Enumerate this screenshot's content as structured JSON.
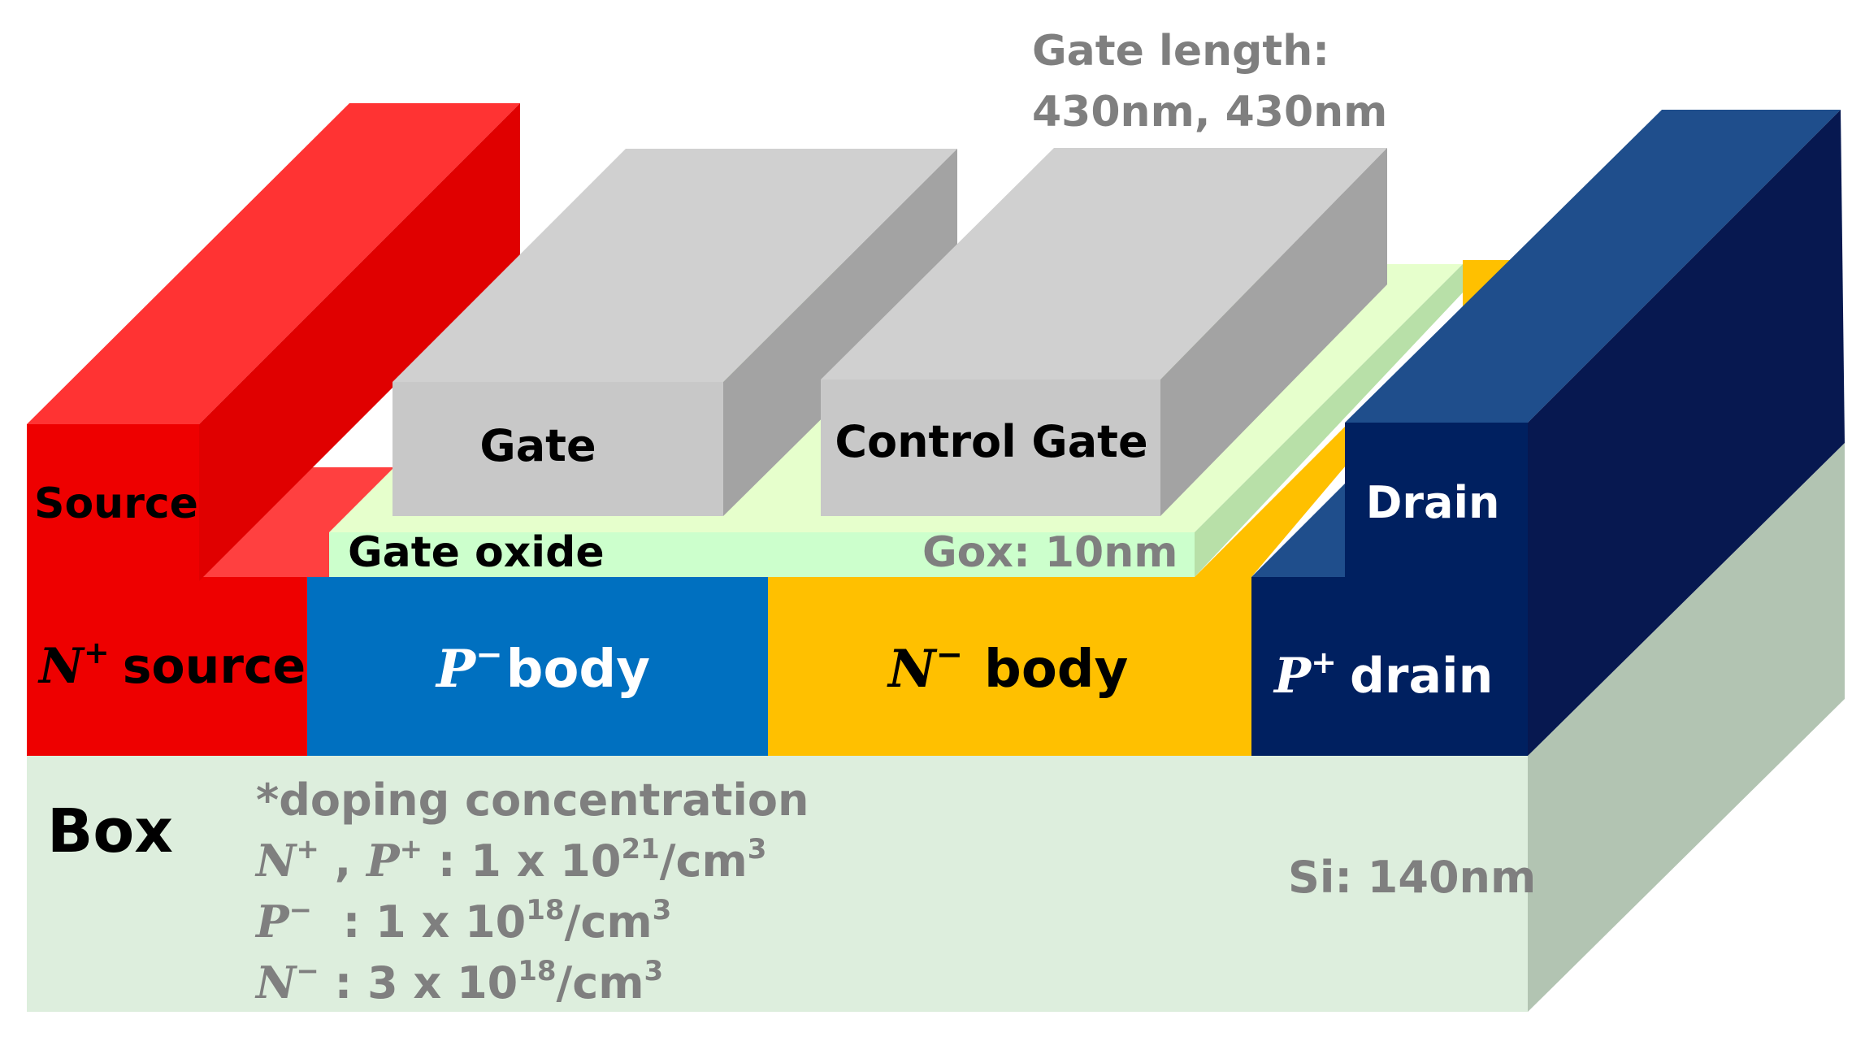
{
  "labels": {
    "gate_length_title": "Gate length:",
    "gate_length_value": "430nm, 430nm",
    "source": "Source",
    "gate": "Gate",
    "control_gate": "Control Gate",
    "drain": "Drain",
    "gate_oxide": "Gate oxide",
    "gox": "Gox: 10nm",
    "box": "Box",
    "si_thickness": "Si: 140nm"
  },
  "regions": {
    "n_source": {
      "symbol": "N",
      "sup": "+",
      "word": "source"
    },
    "p_body": {
      "symbol": "P",
      "sup": "−",
      "word": "body"
    },
    "n_body": {
      "symbol": "N",
      "sup": "−",
      "word": "body"
    },
    "p_drain": {
      "symbol": "P",
      "sup": "+",
      "word": "drain"
    }
  },
  "doping": {
    "title": "*doping concentration",
    "rows": [
      {
        "lhs": "N",
        "lhs_sup": "+",
        "sep": " , ",
        "lhs2": "P",
        "lhs2_sup": "+",
        "colon": " : ",
        "coef": "1 x 10",
        "exp": "21",
        "unit": "/cm",
        "unit_sup": "3"
      },
      {
        "lhs": "P",
        "lhs_sup": "−",
        "sep": "",
        "lhs2": "",
        "lhs2_sup": "",
        "colon": "  : ",
        "coef": "1 x 10",
        "exp": "18",
        "unit": "/cm",
        "unit_sup": "3"
      },
      {
        "lhs": "N",
        "lhs_sup": "−",
        "sep": "",
        "lhs2": "",
        "lhs2_sup": "",
        "colon": " : ",
        "coef": "3 x 10",
        "exp": "18",
        "unit": "/cm",
        "unit_sup": "3"
      }
    ]
  },
  "colors": {
    "source_red": "#ee0000",
    "p_body_blue": "#0070c0",
    "n_body_yellow": "#ffc000",
    "drain_navy": "#002060",
    "gate_gray": "#c8c8c8",
    "oxide_green": "#ccffcc",
    "box_green": "#ddeedd",
    "annotation_gray": "#7f7f7f"
  }
}
